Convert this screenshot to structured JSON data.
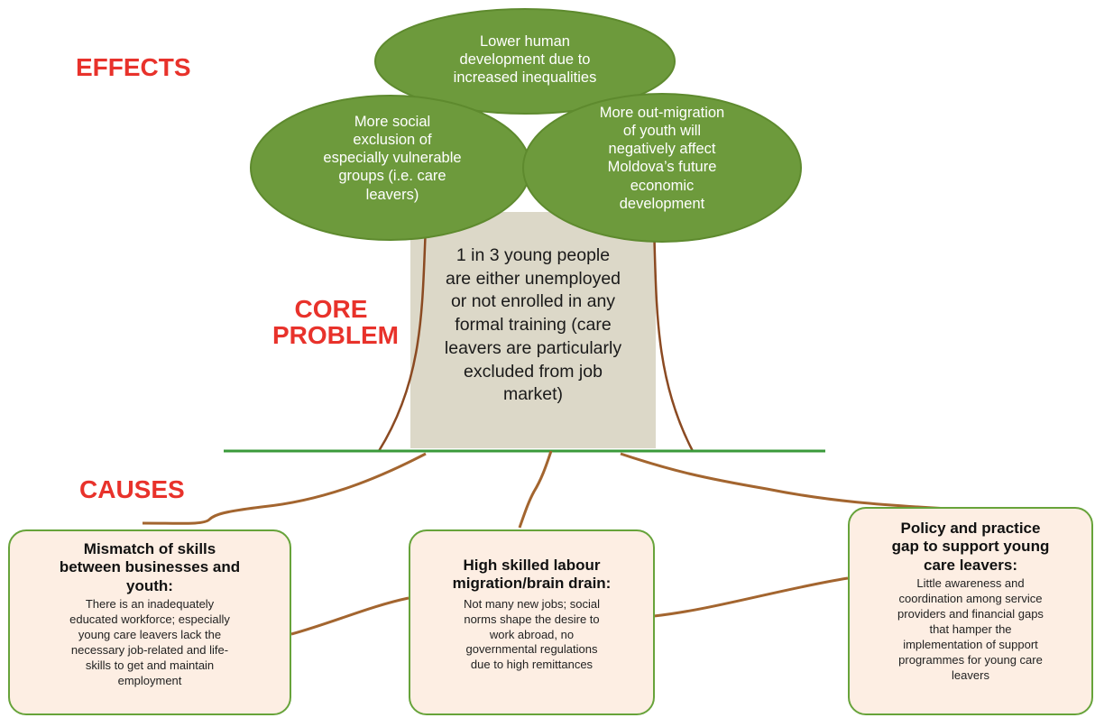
{
  "labels": {
    "effects": "EFFECTS",
    "core_line1": "CORE",
    "core_line2": "PROBLEM",
    "causes": "CAUSES"
  },
  "effects": {
    "top_lines": [
      "Lower human",
      "development due to",
      "increased inequalities"
    ],
    "left_lines": [
      "More social",
      "exclusion of",
      "especially vulnerable",
      "groups (i.e. care",
      "leavers)"
    ],
    "right_lines": [
      "More out-migration",
      "of youth will",
      "negatively affect",
      "Moldova’s future",
      "economic",
      "development"
    ]
  },
  "core_problem": {
    "lines": [
      "1 in 3 young people",
      "are either unemployed",
      "or not enrolled in any",
      "formal training (care",
      "leavers are particularly",
      "excluded from job",
      "market)"
    ]
  },
  "causes": [
    {
      "title_lines": [
        "Mismatch of skills",
        "between businesses and",
        "youth:"
      ],
      "body_lines": [
        "There is an inadequately",
        "educated workforce; especially",
        "young care leavers lack the",
        "necessary job-related and life-",
        "skills  to get and maintain",
        "employment"
      ]
    },
    {
      "title_lines": [
        "High skilled labour",
        "migration/brain drain:"
      ],
      "body_lines": [
        "Not many new jobs; social",
        "norms shape the desire to",
        "work abroad, no",
        "governmental regulations",
        "due to high remittances"
      ]
    },
    {
      "title_lines": [
        "Policy and practice",
        "gap to support young",
        "care leavers:"
      ],
      "body_lines": [
        "Little awareness and",
        "coordination among service",
        "providers and financial gaps",
        "that hamper the",
        "implementation of support",
        "programmes for young care",
        "leavers"
      ]
    }
  ],
  "colors": {
    "leaf_fill": "#6d9a3c",
    "leaf_stroke": "#5e8a2e",
    "trunk_fill": "#dcd8c8",
    "trunk_outline": "#8b4a22",
    "ground": "#3a9a3a",
    "root": "#a3652f",
    "label_red": "#e8322b",
    "box_fill": "#fdeee3",
    "box_border": "#67a33a"
  }
}
